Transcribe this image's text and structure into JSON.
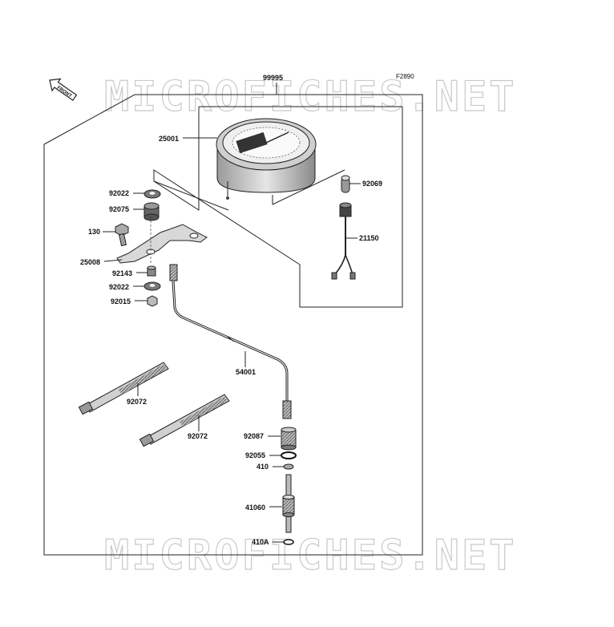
{
  "figure_code": "F2890",
  "front_label": "FRONT",
  "watermark": "MICROFICHES.NET",
  "parts": {
    "p99995": "99995",
    "p25001": "25001",
    "p92022a": "92022",
    "p92075": "92075",
    "p130": "130",
    "p25008": "25008",
    "p92143": "92143",
    "p92022b": "92022",
    "p92015": "92015",
    "p92069": "92069",
    "p21150": "21150",
    "p54001": "54001",
    "p92072a": "92072",
    "p92072b": "92072",
    "p92087": "92087",
    "p92055": "92055",
    "p410": "410",
    "p41060": "41060",
    "p410A": "410A"
  }
}
